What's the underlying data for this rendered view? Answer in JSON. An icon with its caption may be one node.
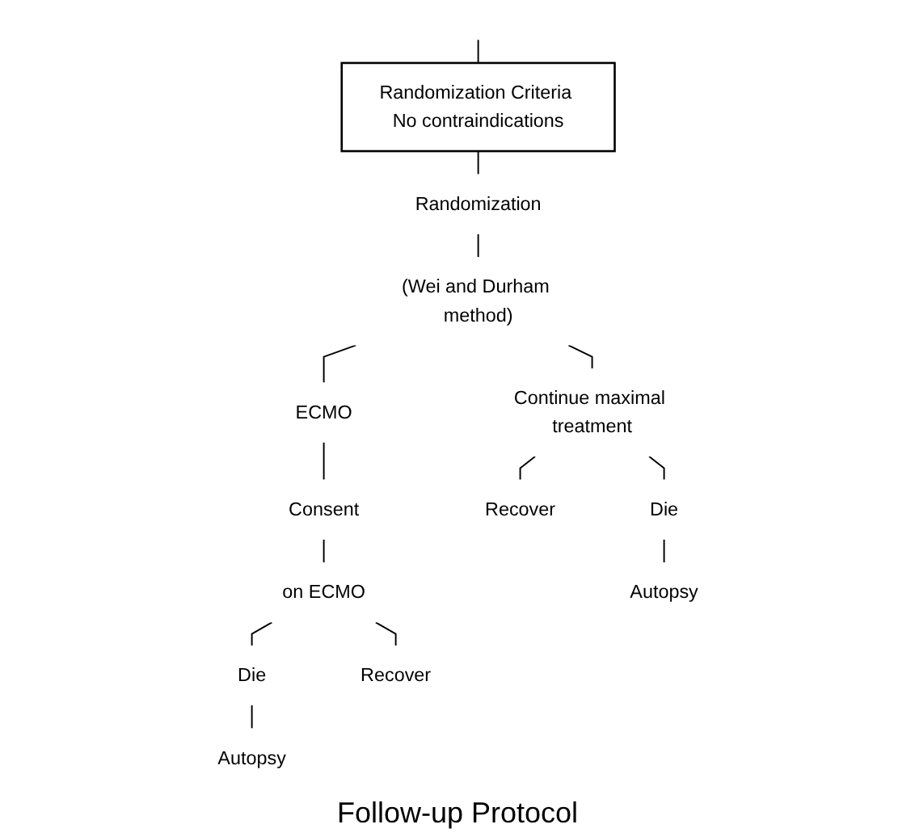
{
  "diagram": {
    "nodes": [
      {
        "text": [
          "Randomization Criteria No contraindications"
        ]
      },
      {
        "text": [
          "Randomization"
        ]
      },
      {
        "text": [
          "(Wei and Durham method)"
        ]
      },
      {
        "text": [
          "ECMO"
        ]
      },
      {
        "text": [
          "Continue maximal treatment"
        ]
      },
      {
        "text": [
          "Consent"
        ]
      },
      {
        "text": [
          "on ECMO"
        ]
      },
      {
        "text": [
          "Die"
        ]
      },
      {
        "text": [
          "Recover"
        ]
      },
      {
        "text": [
          "Recover"
        ]
      },
      {
        "text": [
          "Die"
        ]
      },
      {
        "text": [
          "Autopsy"
        ]
      },
      {
        "text": [
          "Autopsy"
        ]
      }
    ],
    "edges": [
      {
        "from": null,
        "to": 0,
        "arrow": "none"
      },
      {
        "from": 0,
        "to": 1,
        "arrow": "none"
      },
      {
        "from": 1,
        "to": 2,
        "arrow": "none"
      },
      {
        "from": 2,
        "to": 3,
        "arrow": "none"
      },
      {
        "from": 2,
        "to": 4,
        "arrow": "none"
      },
      {
        "from": 3,
        "to": 5,
        "arrow": "none"
      },
      {
        "from": 5,
        "to": 6,
        "arrow": "none"
      },
      {
        "from": 6,
        "to": 7,
        "arrow": "none"
      },
      {
        "from": 6,
        "to": 8,
        "arrow": "none"
      },
      {
        "from": 4,
        "to": 9,
        "arrow": "none"
      },
      {
        "from": 4,
        "to": 10,
        "arrow": "none"
      },
      {
        "from": 7,
        "to": 11,
        "arrow": "none"
      },
      {
        "from": 10,
        "to": 12,
        "arrow": "none"
      }
    ],
    "labels": [
      "Follow-up Protocol"
    ]
  }
}
